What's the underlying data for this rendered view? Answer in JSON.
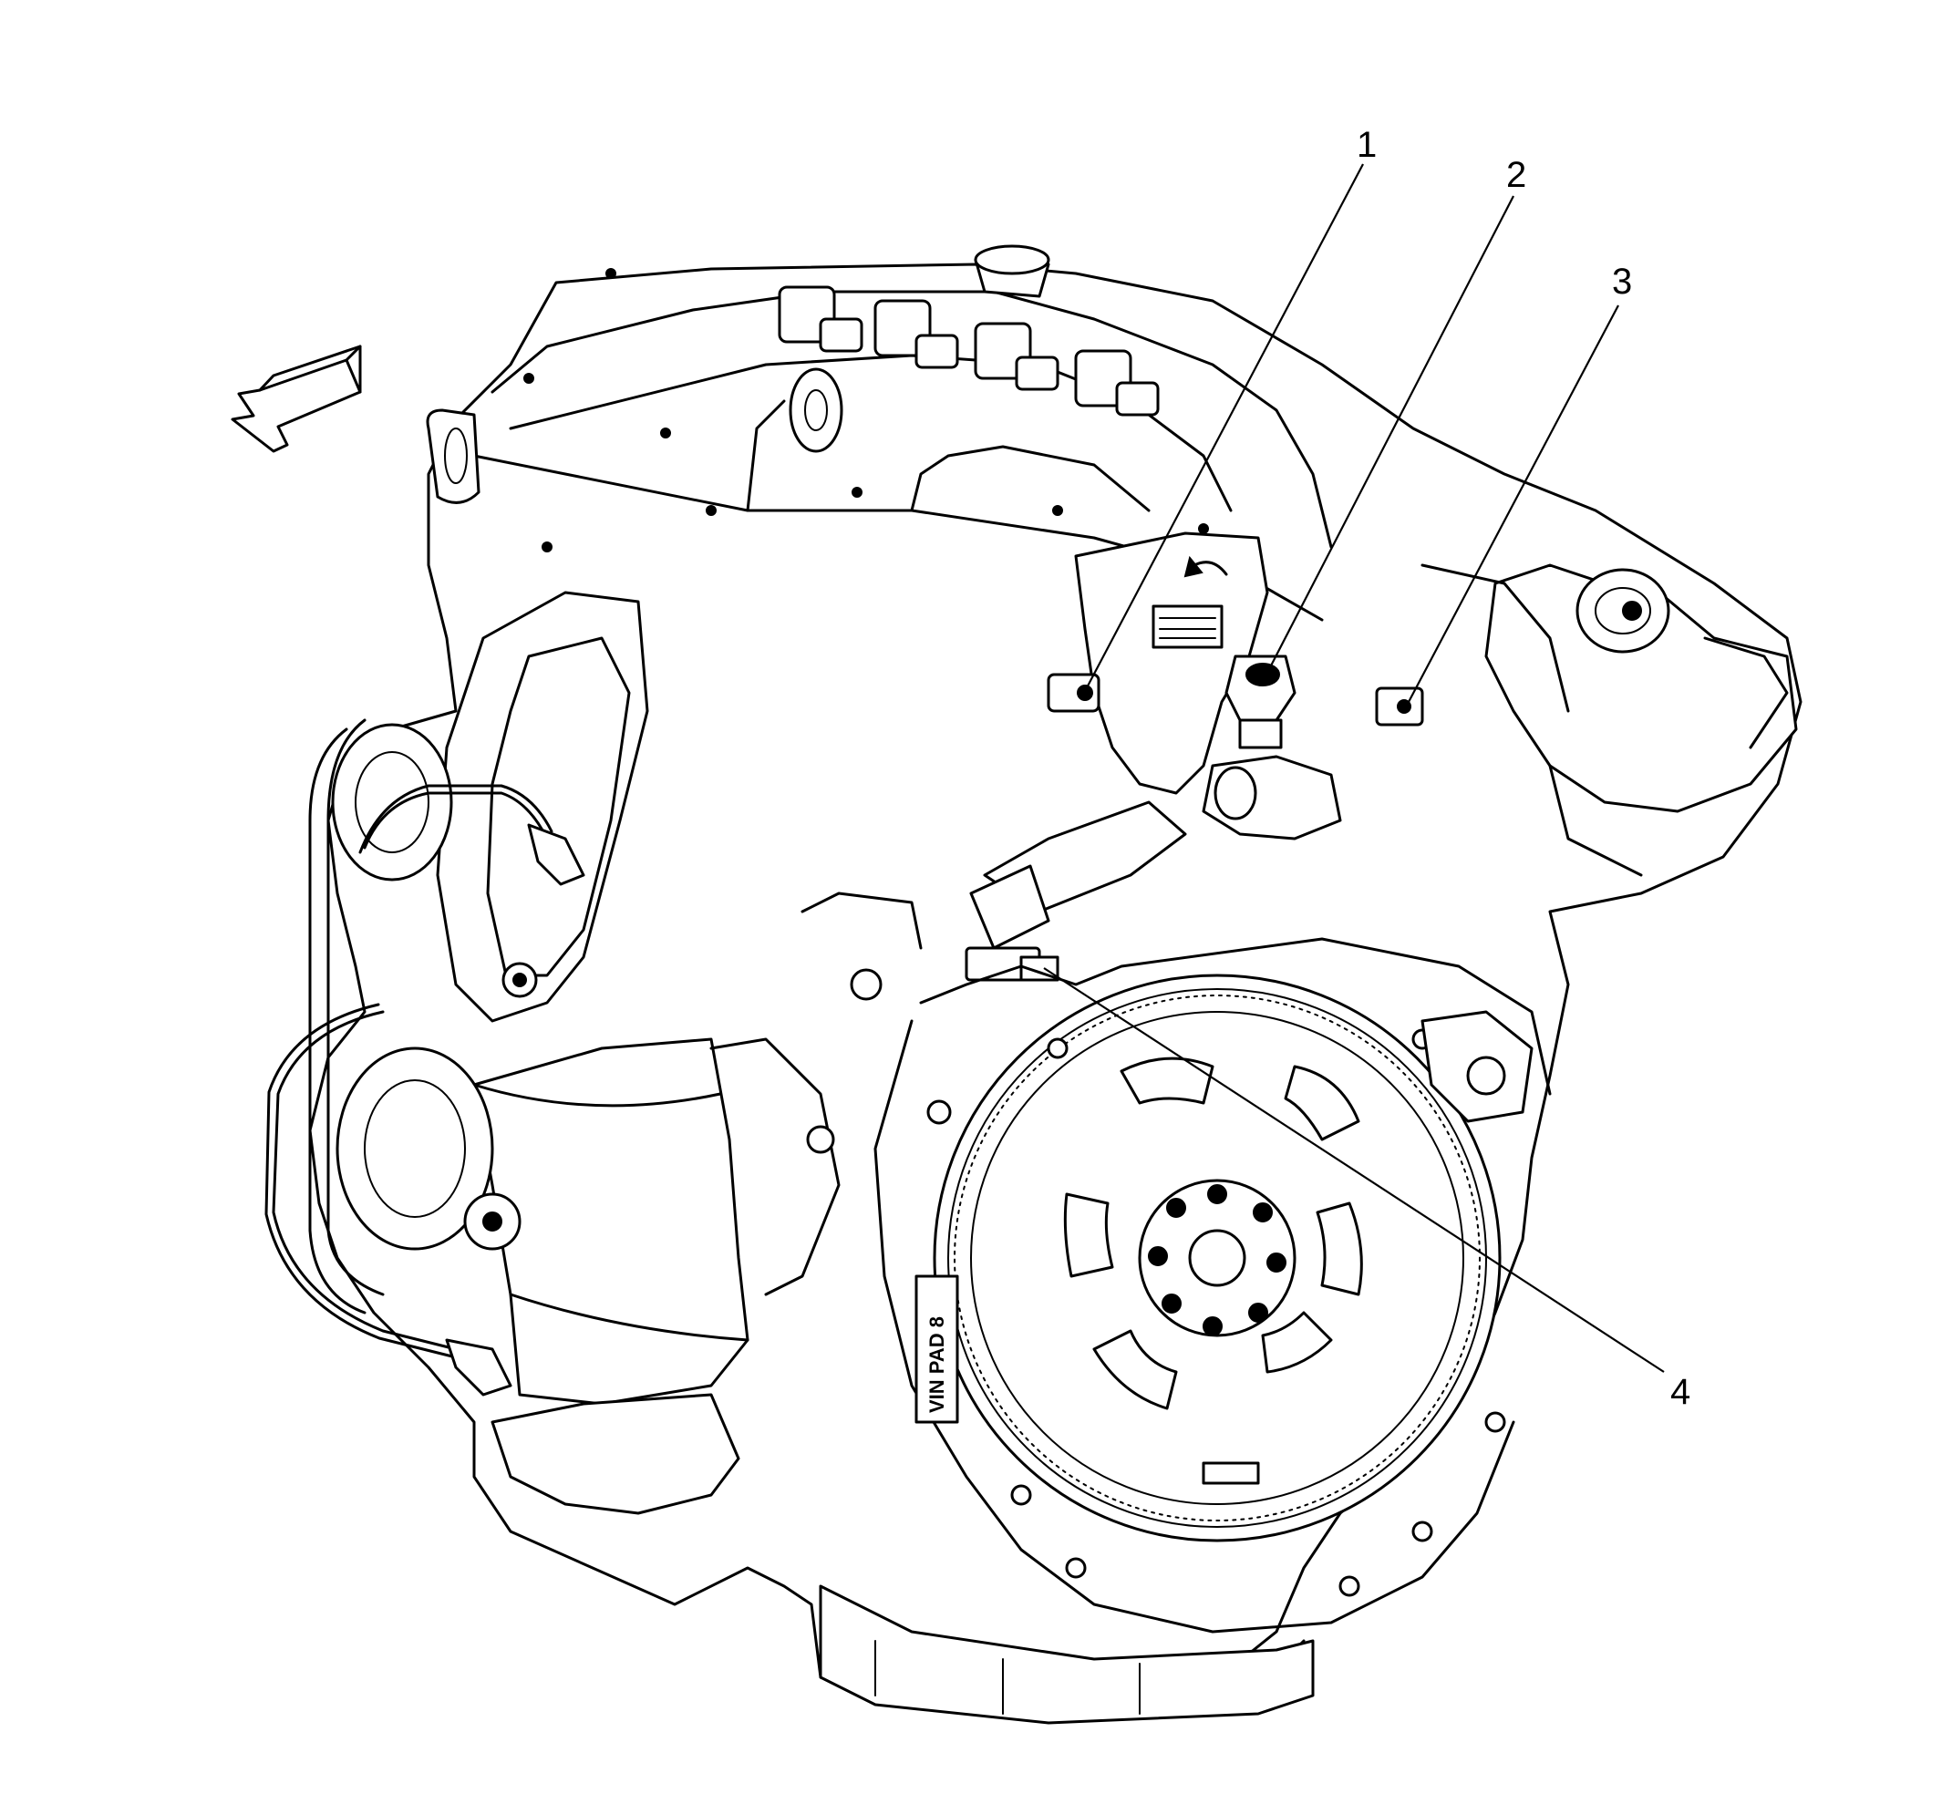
{
  "diagram": {
    "callouts": [
      {
        "id": "1",
        "label": "1"
      },
      {
        "id": "2",
        "label": "2"
      },
      {
        "id": "3",
        "label": "3"
      },
      {
        "id": "4",
        "label": "4"
      }
    ],
    "stamp_text": "VIN PAD 8",
    "direction_arrow": "front-direction-arrow-icon",
    "colors": {
      "line": "#000000",
      "background": "#ffffff"
    }
  }
}
